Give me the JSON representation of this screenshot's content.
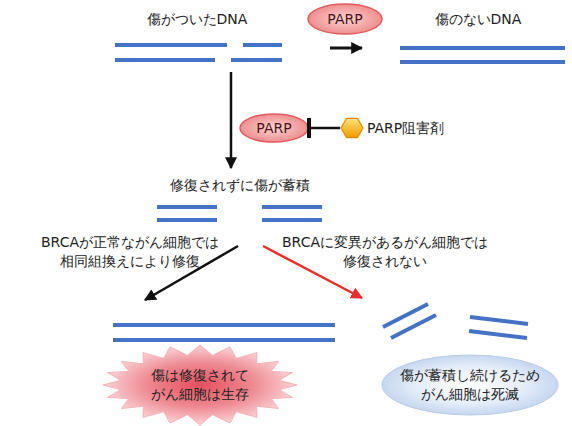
{
  "diagram": {
    "nodes": [
      {
        "text": [
          "傷がついたDNA"
        ]
      },
      {
        "text": [
          "PARP"
        ]
      },
      {
        "text": [
          "傷のないDNA"
        ]
      },
      {
        "text": [
          "PARP"
        ]
      },
      {
        "text": [
          "PARP阻害剤"
        ]
      },
      {
        "text": [
          "修復されずに傷が蓄積"
        ]
      },
      {
        "text": [
          "傷は修復されて がん細胞は生存"
        ]
      },
      {
        "text": [
          "傷が蓄積し続けるため がん細胞は死滅"
        ]
      }
    ],
    "edges": [
      {
        "from": 0,
        "to": 2,
        "arrow": "to"
      },
      {
        "from": 0,
        "to": 5,
        "arrow": "to"
      },
      {
        "from": 4,
        "to": 3,
        "arrow": "to"
      },
      {
        "from": 5,
        "to": 6,
        "label": "BRCAが正常ながん細胞では 相同組換えにより修復",
        "arrow": "to"
      },
      {
        "from": 5,
        "to": 7,
        "label": "BRCAに変異があるがん細胞では 修復されない",
        "arrow": "to"
      }
    ]
  }
}
